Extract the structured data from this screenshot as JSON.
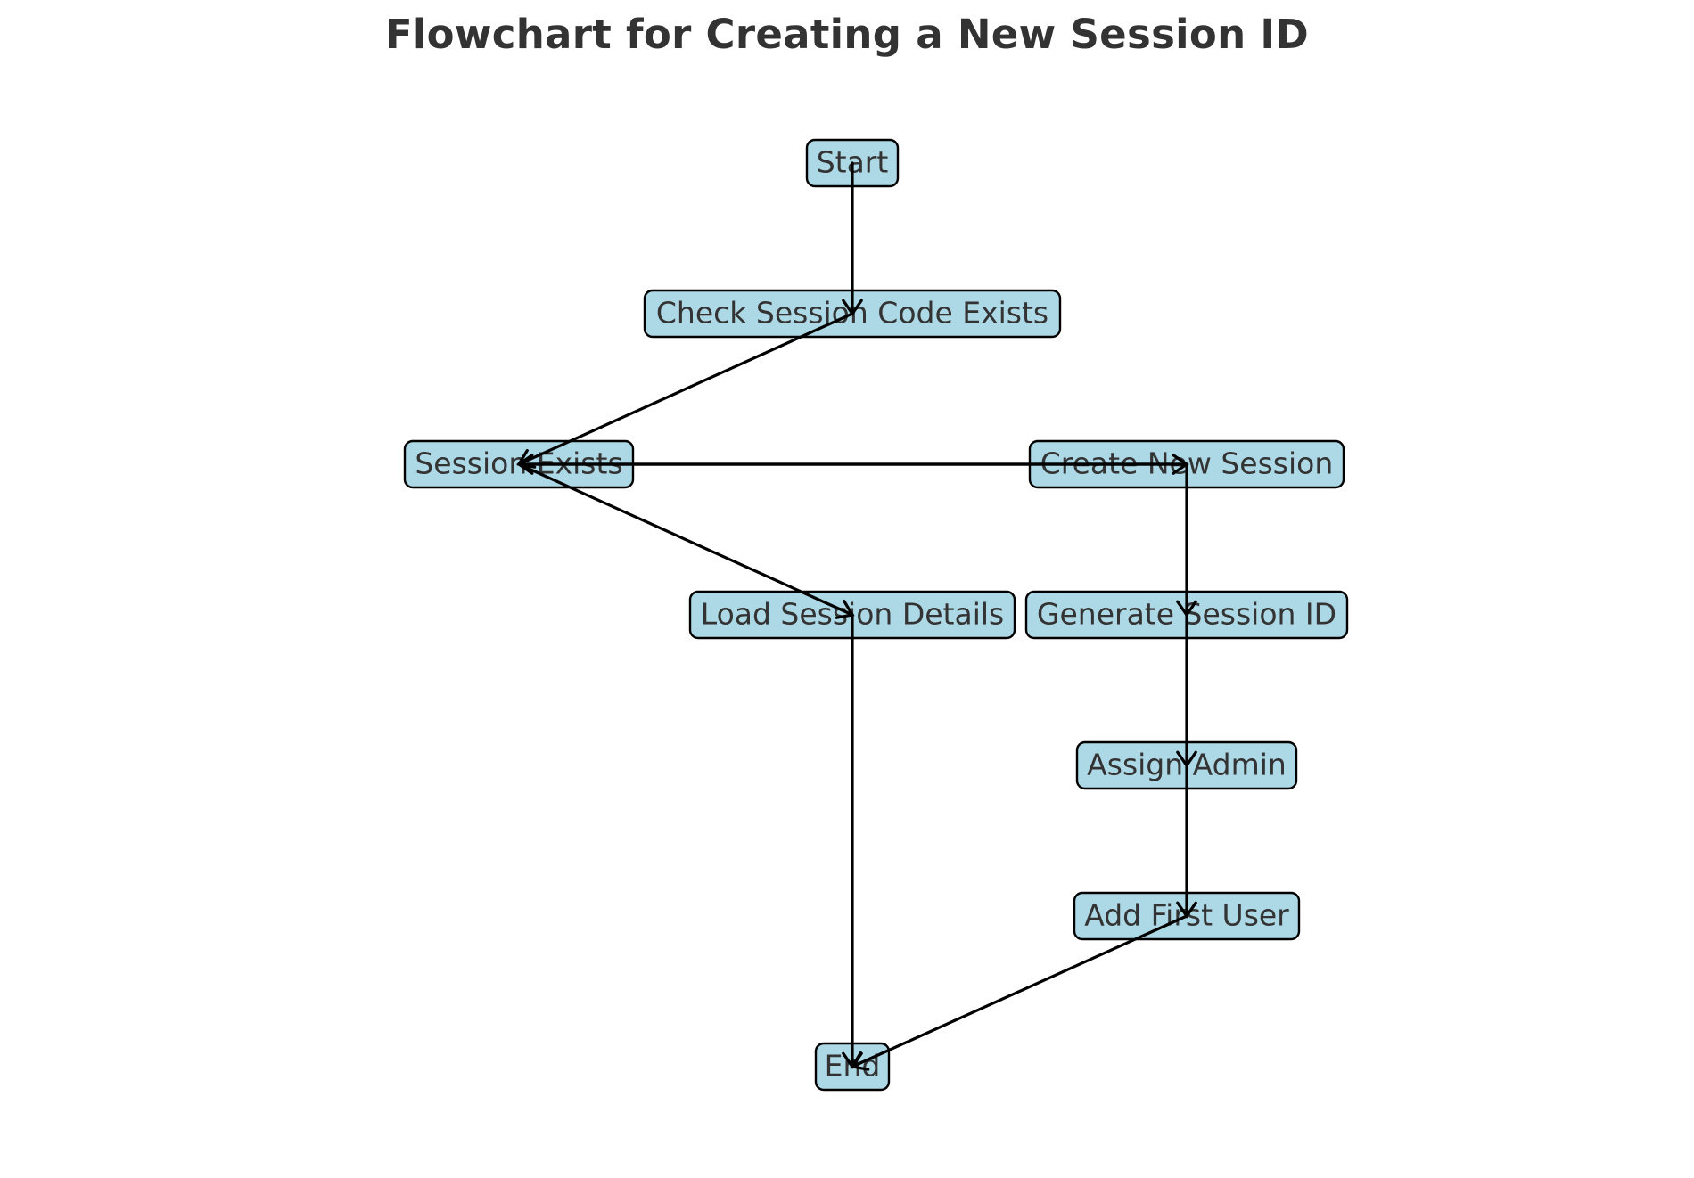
{
  "title": "Flowchart for Creating a New Session ID",
  "colors": {
    "node_fill": "#add8e6",
    "node_stroke": "#000000",
    "text": "#333333",
    "edge": "#000000"
  },
  "nodes": [
    {
      "id": "start",
      "label": "Start"
    },
    {
      "id": "check",
      "label": "Check Session Code Exists"
    },
    {
      "id": "exists",
      "label": "Session Exists"
    },
    {
      "id": "create",
      "label": "Create New Session"
    },
    {
      "id": "load",
      "label": "Load Session Details"
    },
    {
      "id": "generate",
      "label": "Generate Session ID"
    },
    {
      "id": "assign",
      "label": "Assign Admin"
    },
    {
      "id": "adduser",
      "label": "Add First User"
    },
    {
      "id": "end",
      "label": "End"
    }
  ],
  "edges": [
    {
      "from": "start",
      "to": "check"
    },
    {
      "from": "check",
      "to": "exists"
    },
    {
      "from": "exists",
      "to": "create"
    },
    {
      "from": "create",
      "to": "exists"
    },
    {
      "from": "exists",
      "to": "load"
    },
    {
      "from": "create",
      "to": "generate"
    },
    {
      "from": "generate",
      "to": "assign"
    },
    {
      "from": "assign",
      "to": "adduser"
    },
    {
      "from": "load",
      "to": "end"
    },
    {
      "from": "adduser",
      "to": "end"
    }
  ]
}
